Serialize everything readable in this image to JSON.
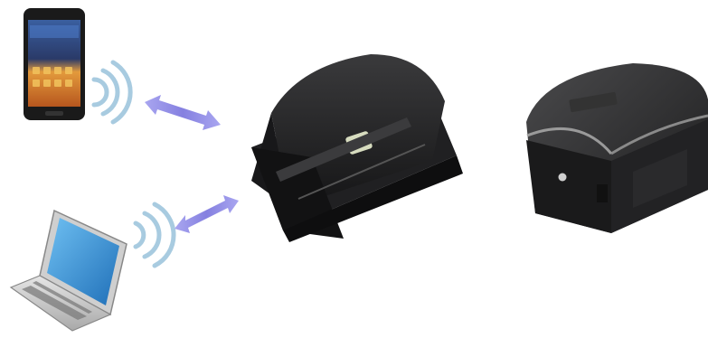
{
  "scene": {
    "description_free": true,
    "background_color": "#ffffff",
    "objects": [
      {
        "name": "smartphone",
        "icon": "smartphone-icon"
      },
      {
        "name": "wireless-signal",
        "icon": "wifi-waves-icon"
      },
      {
        "name": "double-arrow",
        "icon": "double-arrow-icon"
      },
      {
        "name": "laptop",
        "icon": "laptop-icon"
      },
      {
        "name": "thermal-receipt-printer",
        "icon": "printer-icon"
      }
    ],
    "colors": {
      "arrow": "#8c8ce6",
      "signal": "#9fc4dc",
      "printer_body": "#1c1c1e",
      "phone_screen": "#e0892c",
      "laptop_screen": "#2d8fd6"
    }
  }
}
